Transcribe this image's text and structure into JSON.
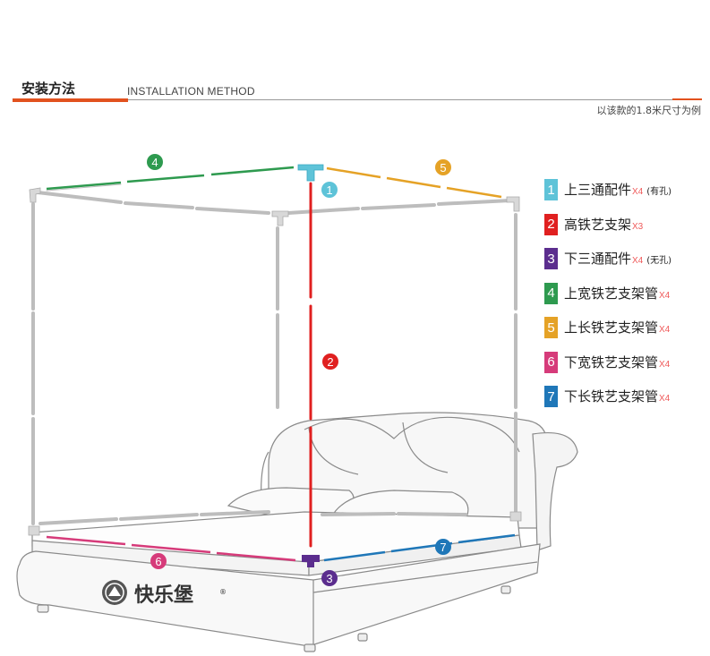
{
  "header": {
    "title_cn": "安装方法",
    "title_en": "INSTALLATION METHOD",
    "note": "以该款的1.8米尺寸为例"
  },
  "brand": {
    "name": "快乐堡",
    "registered": "®"
  },
  "colors": {
    "accent": "#e2521e",
    "p1": "#5ec3d8",
    "p2": "#e02020",
    "p3": "#5b2d8e",
    "p4": "#2e9a4f",
    "p5": "#e5a226",
    "p6": "#d63b7a",
    "p7": "#1f77b8"
  },
  "callouts": [
    "1",
    "2",
    "3",
    "4",
    "5",
    "6",
    "7"
  ],
  "legend": [
    {
      "num": "1",
      "label": "上三通配件",
      "qty": "X4",
      "note": "(有孔)"
    },
    {
      "num": "2",
      "label": "高铁艺支架",
      "qty": "X3",
      "note": ""
    },
    {
      "num": "3",
      "label": "下三通配件",
      "qty": "X4",
      "note": "(无孔)"
    },
    {
      "num": "4",
      "label": "上宽铁艺支架管",
      "qty": "X4",
      "note": ""
    },
    {
      "num": "5",
      "label": "上长铁艺支架管",
      "qty": "X4",
      "note": ""
    },
    {
      "num": "6",
      "label": "下宽铁艺支架管",
      "qty": "X4",
      "note": ""
    },
    {
      "num": "7",
      "label": "下长铁艺支架管",
      "qty": "X4",
      "note": ""
    }
  ]
}
